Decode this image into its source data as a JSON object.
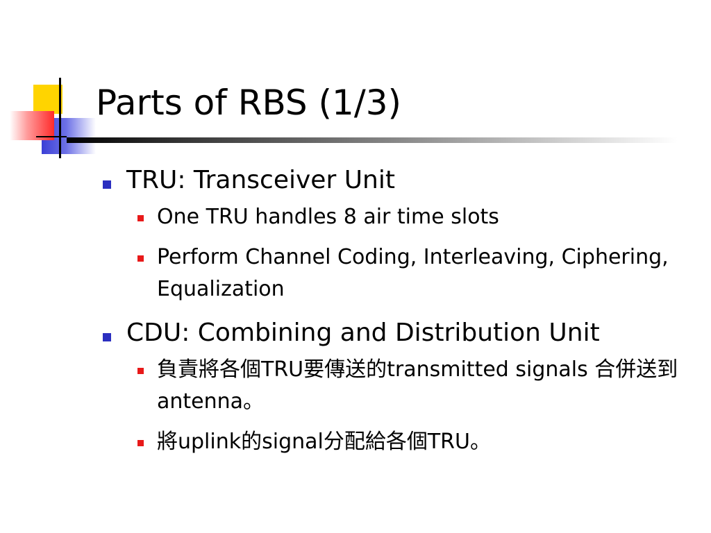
{
  "slide": {
    "title": "Parts of RBS (1/3)"
  },
  "bullets": [
    {
      "text": "TRU: Transceiver Unit",
      "children": [
        {
          "text": "One TRU handles 8 air time slots"
        },
        {
          "text": "Perform Channel Coding, Interleaving, Ciphering, Equalization"
        }
      ]
    },
    {
      "text": "CDU: Combining and Distribution Unit",
      "children": [
        {
          "text": "負責將各個TRU要傳送的transmitted signals 合併送到antenna。"
        },
        {
          "text": "將uplink的signal分配給各個TRU。"
        }
      ]
    }
  ],
  "colors": {
    "level1_bullet": "#2b2fc0",
    "level2_bullet": "#e81919",
    "corner_yellow": "#ffd400",
    "corner_blue": "#3b3fd6",
    "corner_red": "#ff2a2a"
  }
}
